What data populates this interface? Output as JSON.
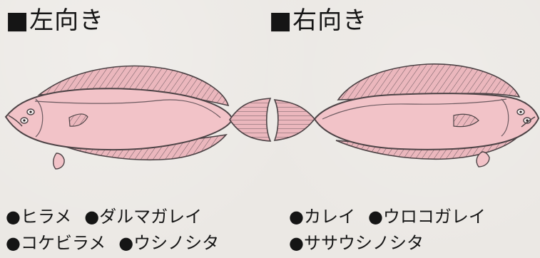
{
  "headings": {
    "left": "■左向き",
    "right": "■右向き"
  },
  "labels": {
    "left": {
      "row1": [
        "●ヒラメ",
        "●ダルマガレイ"
      ],
      "row2": [
        "●コケビラメ",
        "●ウシノシタ"
      ]
    },
    "right": {
      "row1": [
        "●カレイ",
        "●ウロコガレイ"
      ],
      "row2": [
        "●ササウシノシタ"
      ]
    }
  },
  "colors": {
    "background": "#ebe8e4",
    "fish_body": "#f2c3c8",
    "fish_fin": "#ebb7bd",
    "outline": "#4d4346"
  }
}
